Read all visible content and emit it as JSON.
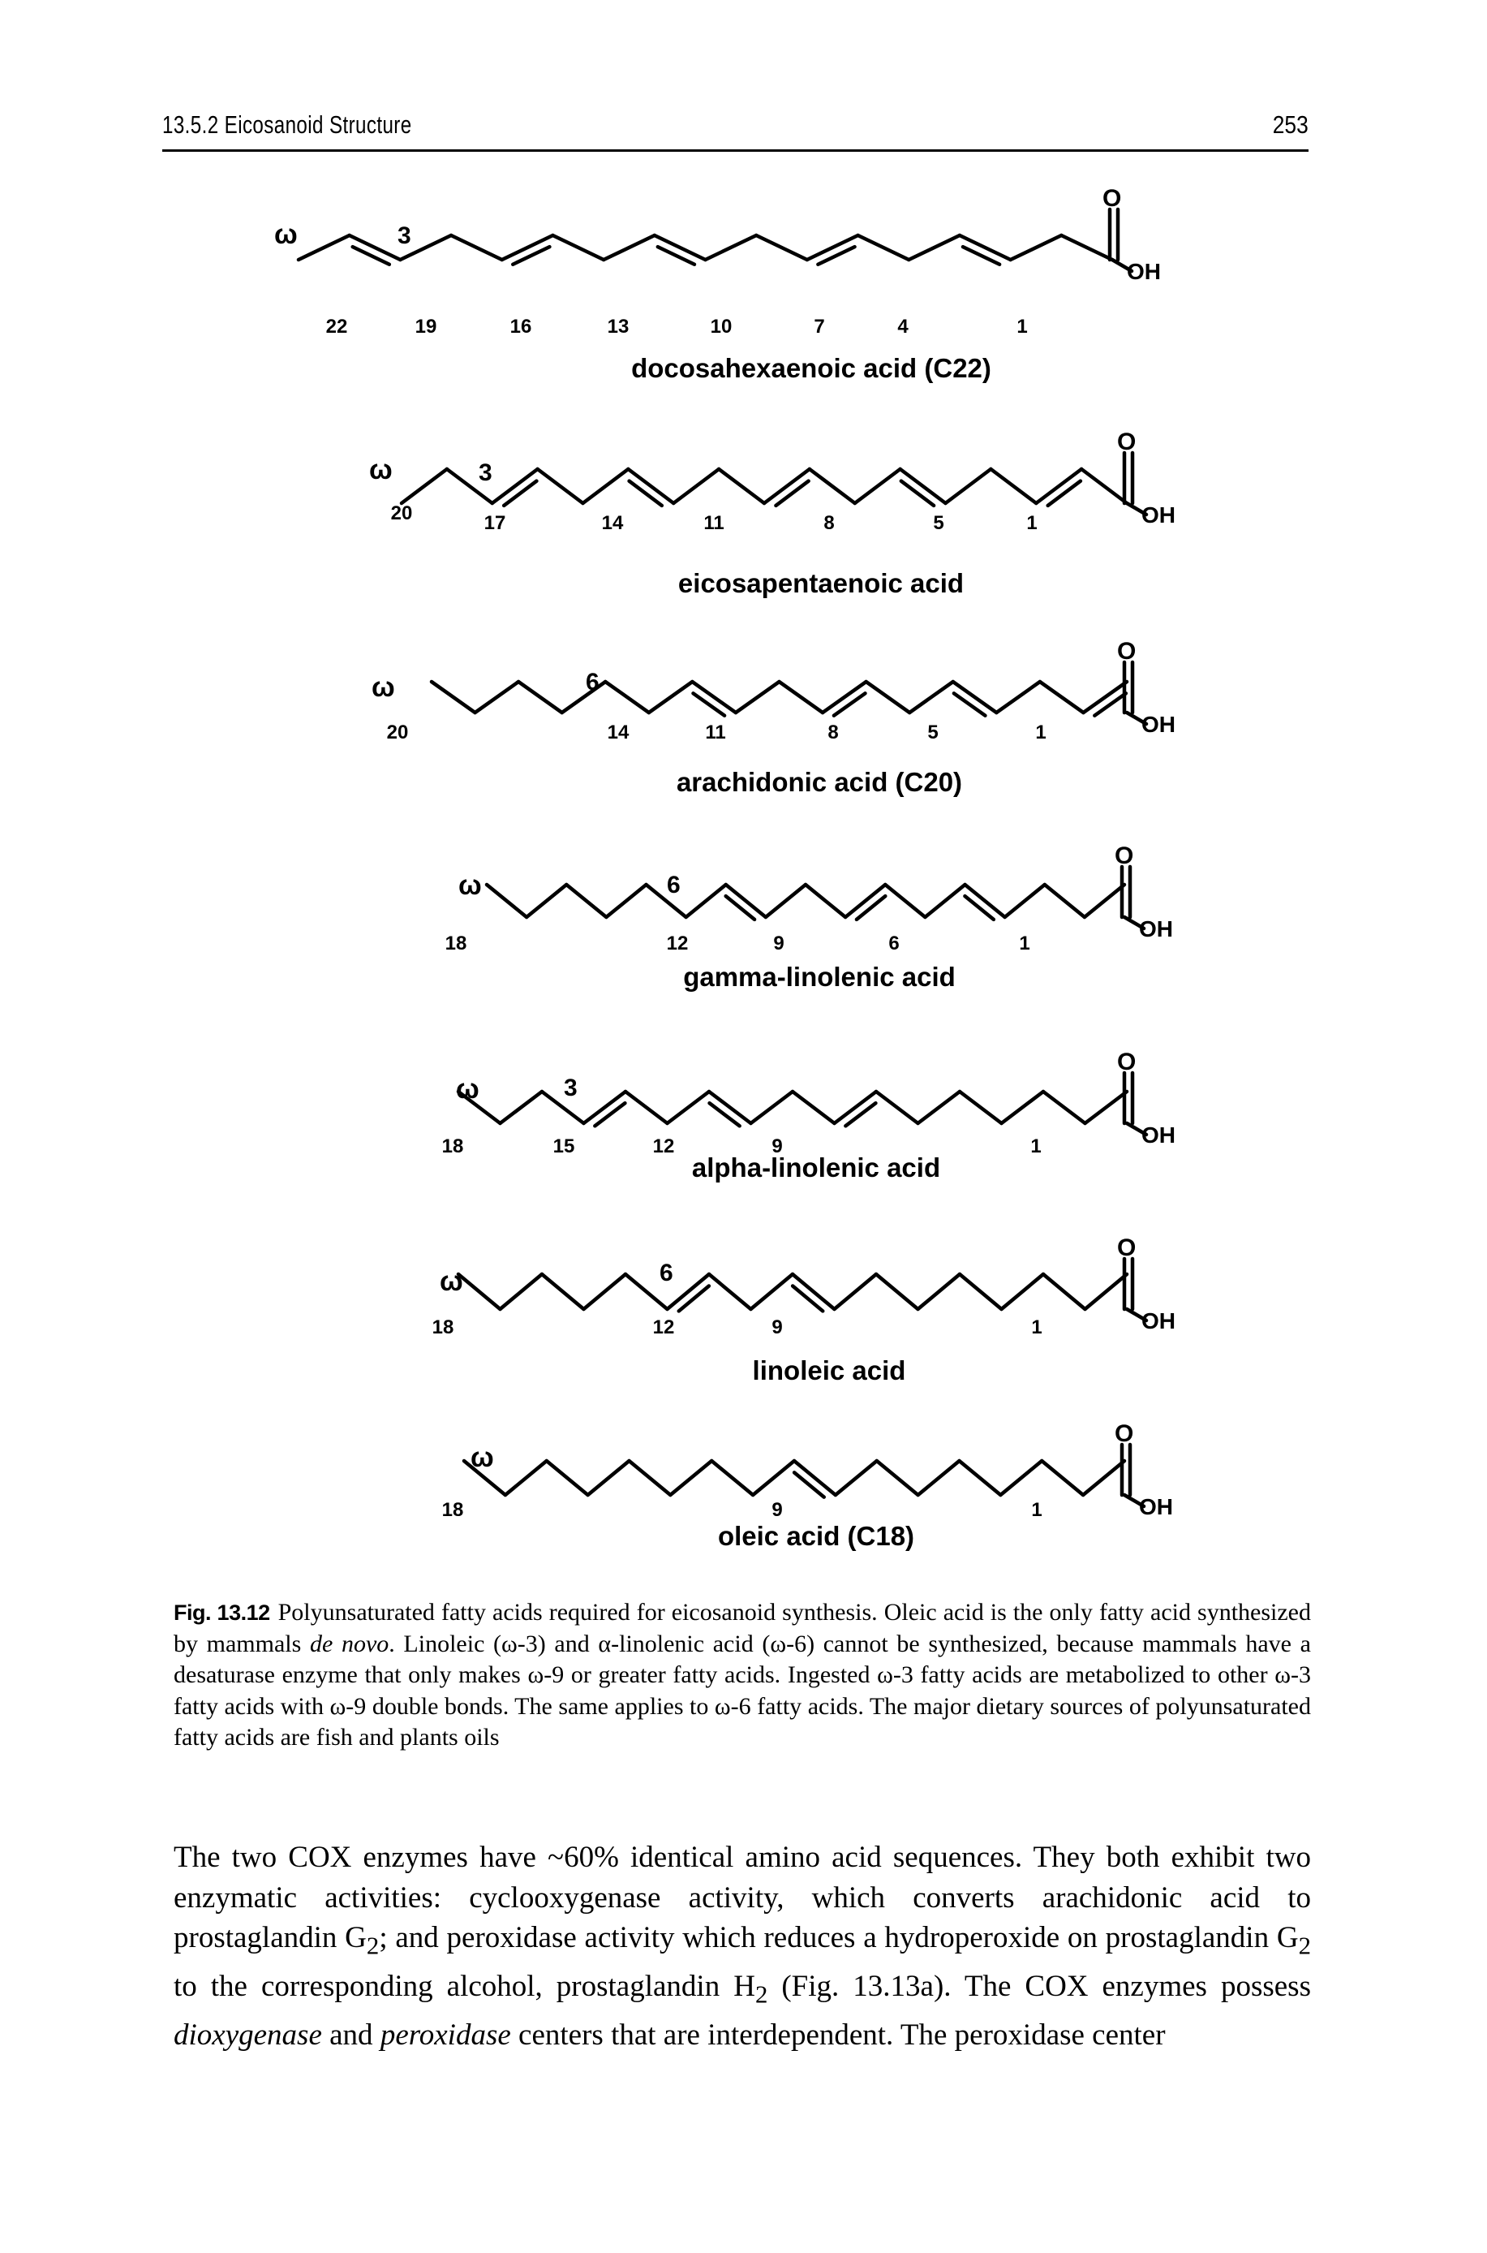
{
  "header": {
    "section": "13.5.2 Eicosanoid Structure",
    "page_number": "253"
  },
  "figure": {
    "molecules": [
      {
        "name": "docosahexaenoic acid (C22)",
        "omega_label": "ω",
        "omega_position": "3",
        "carbon_labels": [
          "22",
          "19",
          "16",
          "13",
          "10",
          "7",
          "4",
          "1"
        ],
        "oxygen_label": "O",
        "hydroxyl_label": "OH"
      },
      {
        "name": "eicosapentaenoic acid",
        "omega_label": "ω",
        "omega_position": "3",
        "carbon_labels": [
          "20",
          "17",
          "14",
          "11",
          "8",
          "5",
          "1"
        ],
        "oxygen_label": "O",
        "hydroxyl_label": "OH"
      },
      {
        "name": "arachidonic acid (C20)",
        "omega_label": "ω",
        "omega_position": "6",
        "carbon_labels": [
          "20",
          "14",
          "11",
          "8",
          "5",
          "1"
        ],
        "oxygen_label": "O",
        "hydroxyl_label": "OH"
      },
      {
        "name": "gamma-linolenic acid",
        "omega_label": "ω",
        "omega_position": "6",
        "carbon_labels": [
          "18",
          "12",
          "9",
          "6",
          "1"
        ],
        "oxygen_label": "O",
        "hydroxyl_label": "OH"
      },
      {
        "name": "alpha-linolenic acid",
        "omega_label": "ω",
        "omega_position": "3",
        "carbon_labels": [
          "18",
          "15",
          "12",
          "9",
          "1"
        ],
        "oxygen_label": "O",
        "hydroxyl_label": "OH"
      },
      {
        "name": "linoleic acid",
        "omega_label": "ω",
        "omega_position": "6",
        "carbon_labels": [
          "18",
          "12",
          "9",
          "1"
        ],
        "oxygen_label": "O",
        "hydroxyl_label": "OH"
      },
      {
        "name": "oleic acid (C18)",
        "omega_label": "ω",
        "omega_position": "",
        "carbon_labels": [
          "18",
          "9",
          "1"
        ],
        "oxygen_label": "O",
        "hydroxyl_label": "OH"
      }
    ]
  },
  "caption": {
    "label": "Fig. 13.12",
    "text_1": "Polyunsaturated fatty acids required for eicosanoid synthesis. Oleic acid is the only fatty acid synthesized by mammals ",
    "text_italic": "de novo",
    "text_2": ". Linoleic (ω-3) and α-linolenic acid (ω-6) cannot be synthesized, because mammals have a desaturase enzyme that only makes ω-9 or greater fatty acids. Ingested ω-3 fatty acids are metabolized to other ω-3 fatty acids with ω-9 double bonds. The same applies to ω-6 fatty acids. The major dietary sources of polyunsaturated fatty acids are fish and plants oils"
  },
  "body": {
    "t1": "The two COX enzymes have ~60% identical amino acid sequences. They both exhibit two enzymatic activities: cyclooxygenase activity, which converts arachidonic acid to prostaglandin G",
    "sub1": "2",
    "t2": "; and peroxidase activity which reduces a hydroperoxide on prostaglandin G",
    "sub2": "2",
    "t3": " to the corresponding alcohol, prostaglandin H",
    "sub3": "2",
    "t4": " (Fig. 13.13a). The COX enzymes possess ",
    "i1": "dioxygenase",
    "t5": " and ",
    "i2": "peroxidase",
    "t6": " centers that are interdependent. The peroxidase center"
  }
}
